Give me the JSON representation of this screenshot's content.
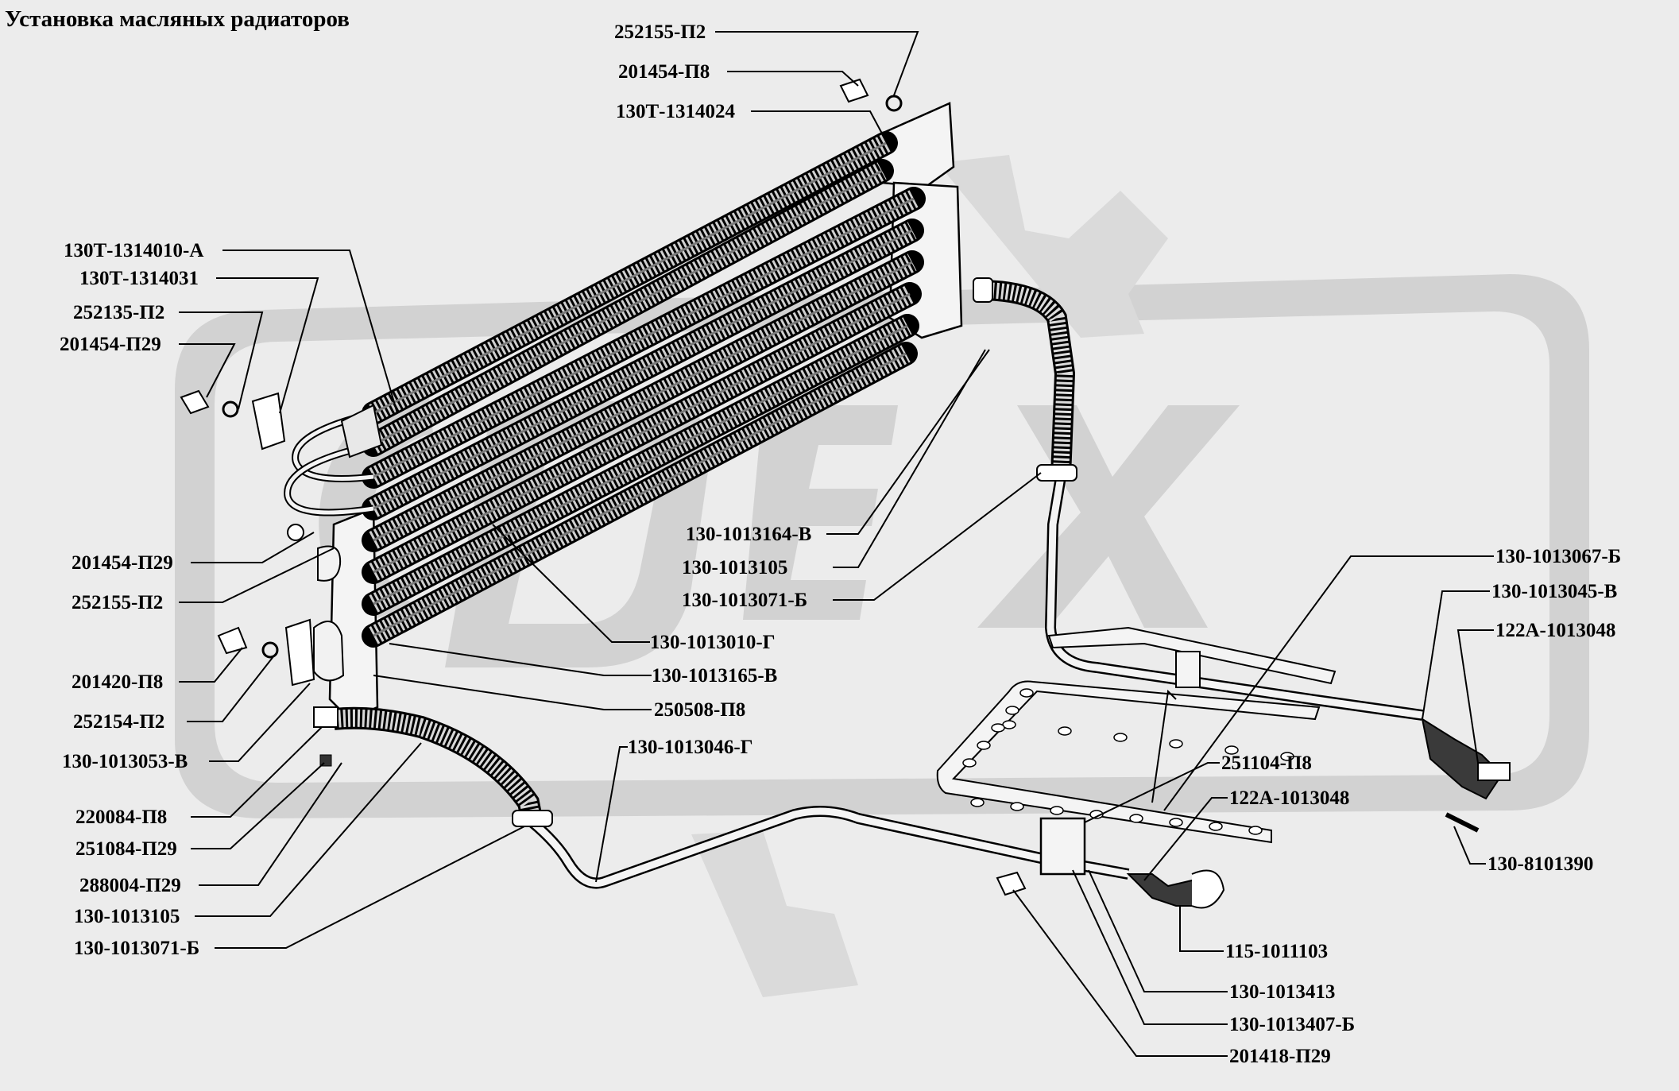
{
  "title": "Установка масляных радиаторов",
  "labels": [
    {
      "id": "l1",
      "text": "252155-П2"
    },
    {
      "id": "l2",
      "text": "201454-П8"
    },
    {
      "id": "l3",
      "text": "130Т-1314024"
    },
    {
      "id": "l4",
      "text": "130Т-1314010-А"
    },
    {
      "id": "l5",
      "text": "130Т-1314031"
    },
    {
      "id": "l6",
      "text": "252135-П2"
    },
    {
      "id": "l7",
      "text": "201454-П29"
    },
    {
      "id": "l8",
      "text": "201454-П29"
    },
    {
      "id": "l9",
      "text": "252155-П2"
    },
    {
      "id": "l10",
      "text": "201420-П8"
    },
    {
      "id": "l11",
      "text": "252154-П2"
    },
    {
      "id": "l12",
      "text": "130-1013053-В"
    },
    {
      "id": "l13",
      "text": "220084-П8"
    },
    {
      "id": "l14",
      "text": "251084-П29"
    },
    {
      "id": "l15",
      "text": "288004-П29"
    },
    {
      "id": "l16",
      "text": "130-1013105"
    },
    {
      "id": "l17",
      "text": "130-1013071-Б"
    },
    {
      "id": "l18",
      "text": "130-1013164-В"
    },
    {
      "id": "l19",
      "text": "130-1013105"
    },
    {
      "id": "l20",
      "text": "130-1013071-Б"
    },
    {
      "id": "l21",
      "text": "130-1013010-Г"
    },
    {
      "id": "l22",
      "text": "130-1013165-В"
    },
    {
      "id": "l23",
      "text": "250508-П8"
    },
    {
      "id": "l24",
      "text": "130-1013046-Г"
    },
    {
      "id": "l25",
      "text": "130-1013067-Б"
    },
    {
      "id": "l26",
      "text": "130-1013045-В"
    },
    {
      "id": "l27",
      "text": "122А-1013048"
    },
    {
      "id": "l28",
      "text": "251104-П8"
    },
    {
      "id": "l29",
      "text": "122А-1013048"
    },
    {
      "id": "l30",
      "text": "130-8101390"
    },
    {
      "id": "l31",
      "text": "115-1011103"
    },
    {
      "id": "l32",
      "text": "130-1013413"
    },
    {
      "id": "l33",
      "text": "130-1013407-Б"
    },
    {
      "id": "l34",
      "text": "201418-П29"
    }
  ],
  "watermark": "DEX",
  "colors": {
    "background": "#ececec",
    "watermark": "#d2d2d2",
    "ink": "#000000"
  }
}
